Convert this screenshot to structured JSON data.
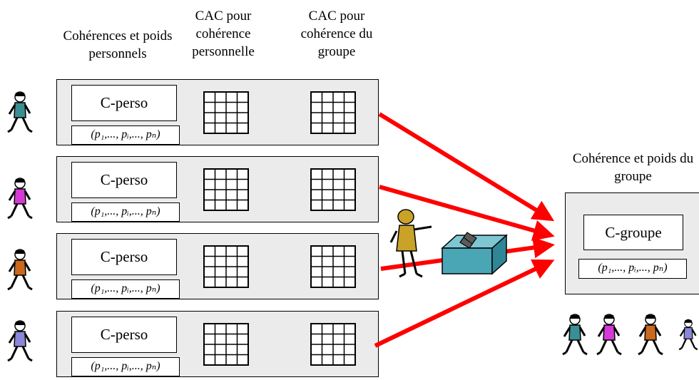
{
  "headers": {
    "col1": "Cohérences et poids personnels",
    "col2": "CAC pour cohérence personnelle",
    "col3": "CAC pour cohérence du groupe",
    "group": "Cohérence et poids du groupe"
  },
  "rows": [
    {
      "label": "C-perso",
      "weights": "(p₁,..., pᵢ,..., pₙ)",
      "person_color": "#3a8f94"
    },
    {
      "label": "C-perso",
      "weights": "(p₁,..., pᵢ,..., pₙ)",
      "person_color": "#d63ad6"
    },
    {
      "label": "C-perso",
      "weights": "(p₁,..., pᵢ,..., pₙ)",
      "person_color": "#c8691e"
    },
    {
      "label": "C-perso",
      "weights": "(p₁,..., pᵢ,..., pₙ)",
      "person_color": "#8a86d8"
    }
  ],
  "group": {
    "label": "C-groupe",
    "weights": "(p₁,..., pᵢ,..., pₙ)"
  },
  "colors": {
    "arrow": "#ff0000",
    "ballot_box": "#4aa6b5",
    "mediator": "#c9a227",
    "panel": "#ebebeb"
  }
}
